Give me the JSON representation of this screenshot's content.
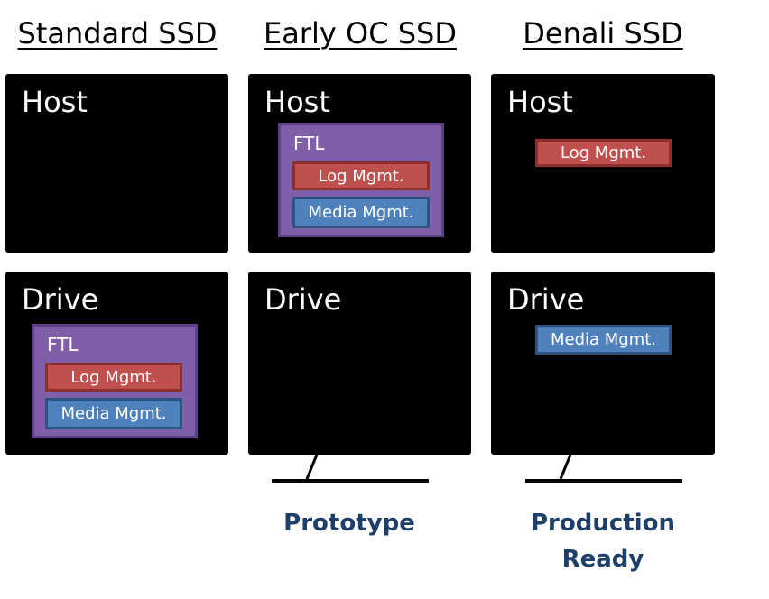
{
  "columns": [
    {
      "title": "Standard SSD",
      "host": {
        "label": "Host"
      },
      "drive": {
        "label": "Drive",
        "ftl_label": "FTL",
        "log": "Log Mgmt.",
        "media": "Media Mgmt."
      }
    },
    {
      "title": "Early OC SSD",
      "host": {
        "label": "Host",
        "ftl_label": "FTL",
        "log": "Log Mgmt.",
        "media": "Media Mgmt."
      },
      "drive": {
        "label": "Drive"
      },
      "caption": "Prototype"
    },
    {
      "title": "Denali SSD",
      "host": {
        "label": "Host",
        "log": "Log Mgmt."
      },
      "drive": {
        "label": "Drive",
        "media": "Media Mgmt."
      },
      "caption_lines": [
        "Production",
        "Ready"
      ]
    }
  ],
  "colors": {
    "panel": "#000000",
    "ftl_fill": "#7f5fa8",
    "log_fill": "#c0504d",
    "media_fill": "#4f81bd",
    "caption_text": "#1f3f6b"
  }
}
